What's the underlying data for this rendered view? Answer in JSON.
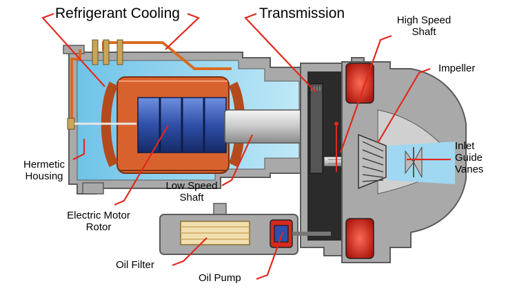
{
  "labels": {
    "refrigerant_cooling": "Refrigerant Cooling",
    "transmission": "Transmission",
    "high_speed_shaft": {
      "line1": "High Speed",
      "line2": "Shaft"
    },
    "impeller": "Impeller",
    "inlet_guide_vanes": {
      "line1": "Inlet",
      "line2": "Guide",
      "line3": "Vanes"
    },
    "hermetic_housing": {
      "line1": "Hermetic",
      "line2": "Housing"
    },
    "low_speed_shaft": {
      "line1": "Low Speed",
      "line2": "Shaft"
    },
    "electric_motor_rotor": {
      "line1": "Electric Motor",
      "line2": "Rotor"
    },
    "oil_filter": "Oil Filter",
    "oil_pump": "Oil Pump"
  },
  "colors": {
    "leader": "#e0281c",
    "casing": "#a9a9a9",
    "casing_dark": "#5a5a5a",
    "coolant": "#8fd3ee",
    "stator": "#d8622e",
    "rotor": "#2f4fa8",
    "shaft": "#d9d9d9",
    "interior_dark": "#2b2b2b",
    "volute": "#d42a1f"
  }
}
